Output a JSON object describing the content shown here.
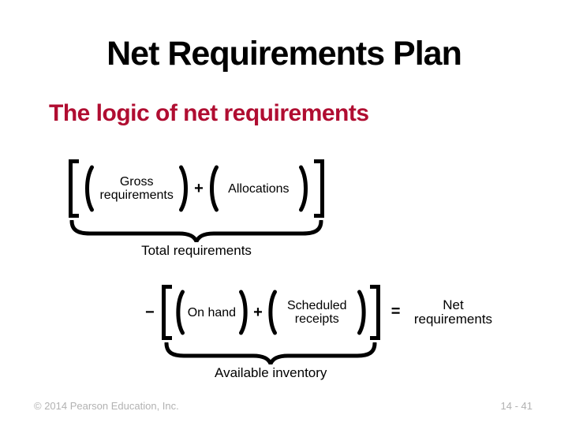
{
  "title": "Net Requirements Plan",
  "subtitle": "The logic of net requirements",
  "formula_total": {
    "term1": "Gross requirements",
    "plus": "+",
    "term2": "Allocations",
    "brace_label": "Total requirements"
  },
  "formula_net": {
    "minus": "−",
    "term1": "On hand",
    "plus": "+",
    "term2": "Scheduled receipts",
    "equals": "=",
    "result": "Net requirements",
    "brace_label": "Available inventory"
  },
  "footer": {
    "copyright": "© 2014 Pearson Education, Inc.",
    "page_number": "14 - 41"
  },
  "colors": {
    "title": "#000000",
    "subtitle": "#B00D31",
    "body_text": "#000000",
    "footer_text": "#B2B2B2"
  }
}
